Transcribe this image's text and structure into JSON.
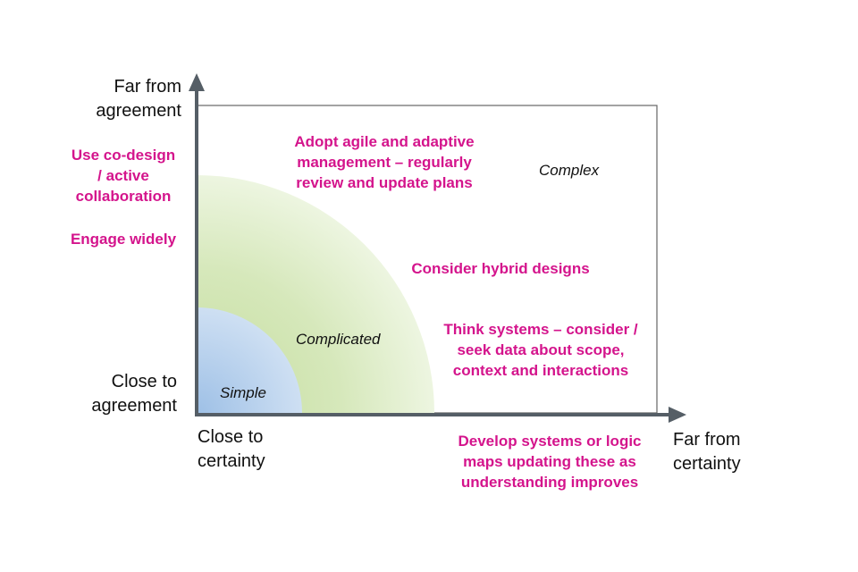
{
  "axes": {
    "y_top": [
      "Far from",
      "agreement"
    ],
    "y_bottom": [
      "Close to",
      "agreement"
    ],
    "x_left": [
      "Close to",
      "certainty"
    ],
    "x_right": [
      "Far from",
      "certainty"
    ]
  },
  "regions": {
    "simple": "Simple",
    "complicated": "Complicated",
    "complex": "Complex"
  },
  "advice": {
    "co_design": [
      "Use co-design",
      "/ active",
      "collaboration"
    ],
    "engage": "Engage widely",
    "agile": [
      "Adopt agile and adaptive",
      "management – regularly",
      "review and update plans"
    ],
    "hybrid": "Consider hybrid designs",
    "systems": [
      "Think systems – consider /",
      "seek data about scope,",
      "context and interactions"
    ],
    "logic_maps": [
      "Develop systems or logic",
      "maps updating these as",
      "understanding improves"
    ]
  },
  "colors": {
    "advice": "#d4148c",
    "axis": "#555e66",
    "complicated_zone": "#cfe3ad",
    "simple_zone": "#b9d2ec"
  }
}
